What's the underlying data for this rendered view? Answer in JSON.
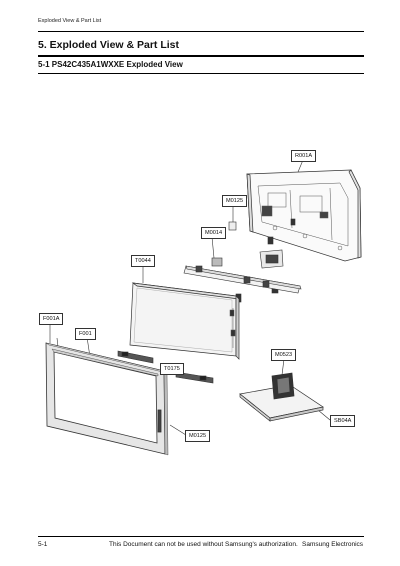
{
  "header": {
    "running_title": "Exploded View & Part List"
  },
  "section": {
    "title": "5.  Exploded View & Part List"
  },
  "subsection": {
    "title": "5-1  PS42C435A1WXXE Exploded View"
  },
  "callouts": {
    "r001a": "R001A",
    "m0125_top": "M0125",
    "m0014": "M0014",
    "t0044": "T0044",
    "f001a": "F001A",
    "f001": "F001",
    "t0175": "T0175",
    "m0523": "M0523",
    "sb04a": "SB04A",
    "m0125_bottom": "M0125"
  },
  "footer": {
    "page_number": "5-1",
    "notice": "This Document can not be used without Samsung's authorization.",
    "company": "Samsung Electronics"
  }
}
